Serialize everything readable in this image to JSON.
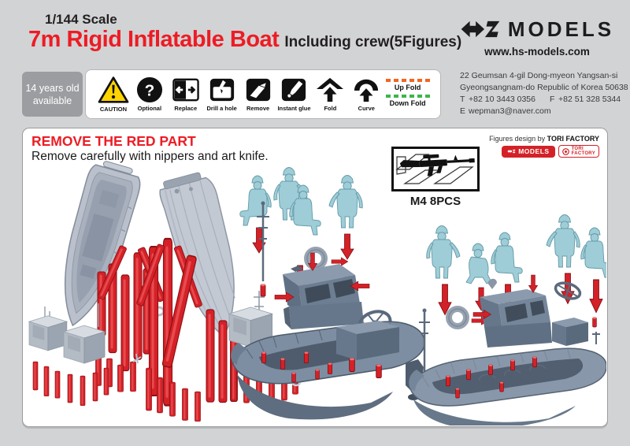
{
  "header": {
    "scale": "1/144 Scale",
    "title": "7m Rigid Inflatable Boat",
    "subtitle": "Including crew(5Figures)",
    "brand": "MODELS",
    "website": "www.hs-models.com"
  },
  "contact": {
    "address_line1": "22 Geumsan 4-gil Dong-myeon Yangsan-si",
    "address_line2": "Gyeongsangnam-do Republic of Korea 50638",
    "tel_label": "T",
    "tel": "+82 10 3443 0356",
    "fax_label": "F",
    "fax": "+82 51 328 5344",
    "email_label": "E",
    "email": "wepman3@naver.com"
  },
  "age_badge": {
    "line1": "14 years old",
    "line2": "available"
  },
  "legend": {
    "items": [
      {
        "icon": "caution-icon",
        "label": "CAUTION"
      },
      {
        "icon": "optional-icon",
        "label": "Optional"
      },
      {
        "icon": "replace-icon",
        "label": "Replace"
      },
      {
        "icon": "drill-a-hole-icon",
        "label": "Drill a hole"
      },
      {
        "icon": "remove-icon",
        "label": "Remove"
      },
      {
        "icon": "instant-glue-icon",
        "label": "Instant glue"
      },
      {
        "icon": "fold-icon",
        "label": "Fold"
      },
      {
        "icon": "curve-icon",
        "label": "Curve"
      }
    ],
    "up_fold_label": "Up Fold",
    "down_fold_label": "Down Fold"
  },
  "instructions": {
    "heading": "REMOVE THE RED PART",
    "body": "Remove carefully with nippers and art knife."
  },
  "credits": {
    "prefix": "Figures design by ",
    "designer": "TORI FACTORY",
    "hs_badge_label": "MODELS",
    "tori_badge_line1": "TORI",
    "tori_badge_line2": "FACTORY"
  },
  "weapon_callout": {
    "label": "M4 8PCS"
  },
  "colors": {
    "page_background": "#d2d3d5",
    "accent_red": "#ed1c24",
    "part_red": "#d42127",
    "hull_gray": "#b9c0cb",
    "boat_blue_gray": "#74859a",
    "crew_teal": "#9ecdd7",
    "caution_yellow": "#ffd400",
    "up_fold_orange": "#f26522",
    "down_fold_green": "#3cb54a"
  }
}
